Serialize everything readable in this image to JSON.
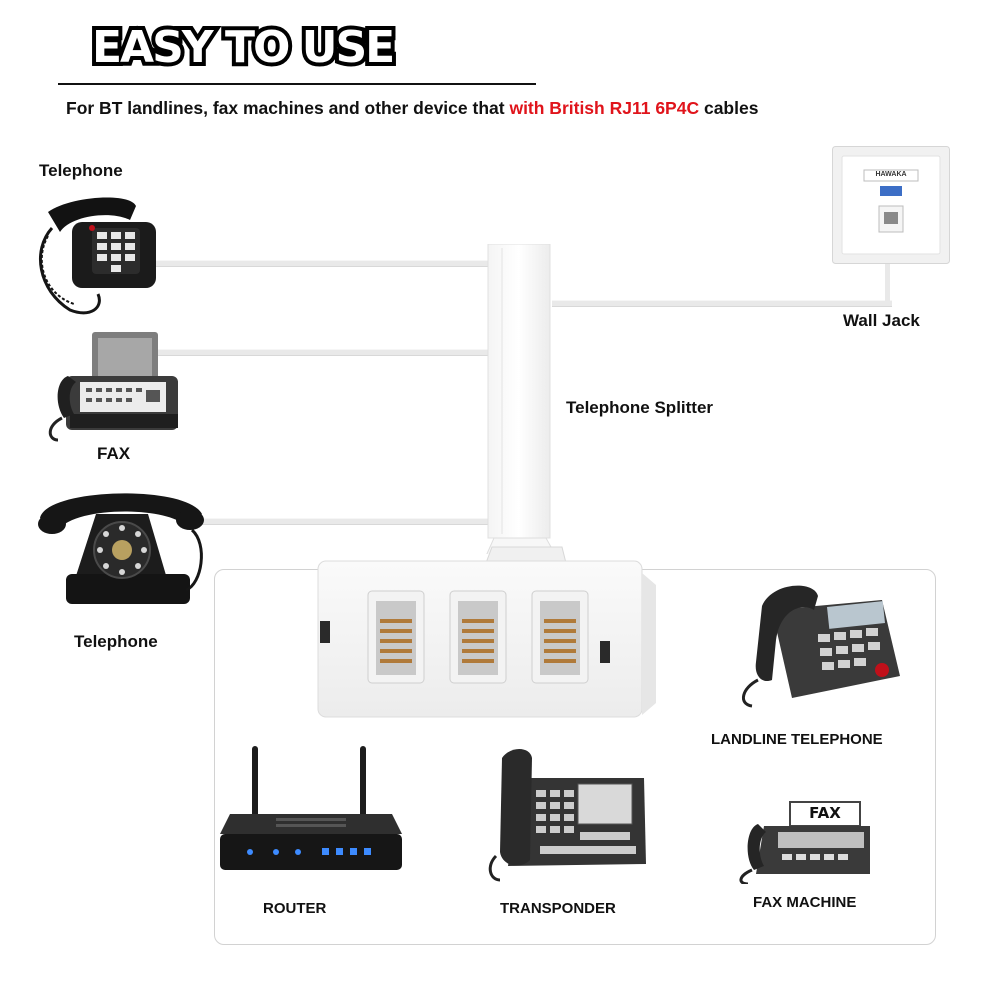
{
  "header": {
    "title": "EASY TO USE",
    "subtitle_prefix": "For  BT landlines, fax machines and other  device that ",
    "subtitle_highlight": "with British RJ11 6P4C",
    "subtitle_suffix": " cables",
    "highlight_color": "#e0141b"
  },
  "left_devices": {
    "telephone_top": "Telephone",
    "fax": "FAX",
    "telephone_bottom": "Telephone"
  },
  "splitter_label": "Telephone Splitter",
  "wall_jack": {
    "label": "Wall Jack",
    "brand": "HAWAKA"
  },
  "panel_devices": {
    "landline_telephone": "LANDLINE TELEPHONE",
    "router": "ROUTER",
    "transponder": "TRANSPONDER",
    "fax_machine": "FAX MACHINE",
    "fax_sign": "FAX"
  }
}
